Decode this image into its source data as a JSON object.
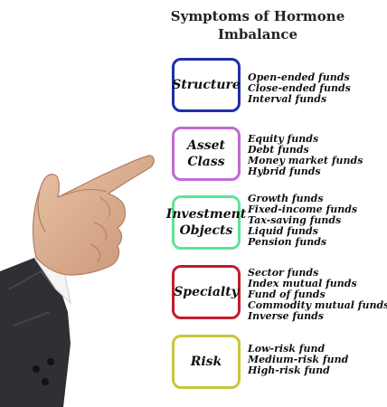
{
  "title": "Symptoms of Hormone Imbalance",
  "categories": [
    {
      "label": "Structure",
      "color": "#1f2fa8",
      "items": [
        "Open-ended funds",
        "Close-ended funds",
        "Interval funds"
      ]
    },
    {
      "label": "Asset Class",
      "color": "#c06ad6",
      "items": [
        "Equity  funds",
        "Debt funds",
        "Money market funds",
        "Hybrid funds"
      ]
    },
    {
      "label": "Investment Objects",
      "color": "#5fe39a",
      "items": [
        "Growth funds",
        "Fixed-income funds",
        "Tax-saving funds",
        "Liquid funds",
        "Pension funds"
      ]
    },
    {
      "label": "Specialty",
      "color": "#c21c2c",
      "items": [
        "Sector funds",
        "Index mutual funds",
        "Fund of funds",
        "Commodity mutual funds",
        "Inverse funds"
      ]
    },
    {
      "label": "Risk",
      "color": "#c9c63a",
      "items": [
        "Low-risk fund",
        "Medium-risk fund",
        "High-risk fund"
      ]
    }
  ]
}
